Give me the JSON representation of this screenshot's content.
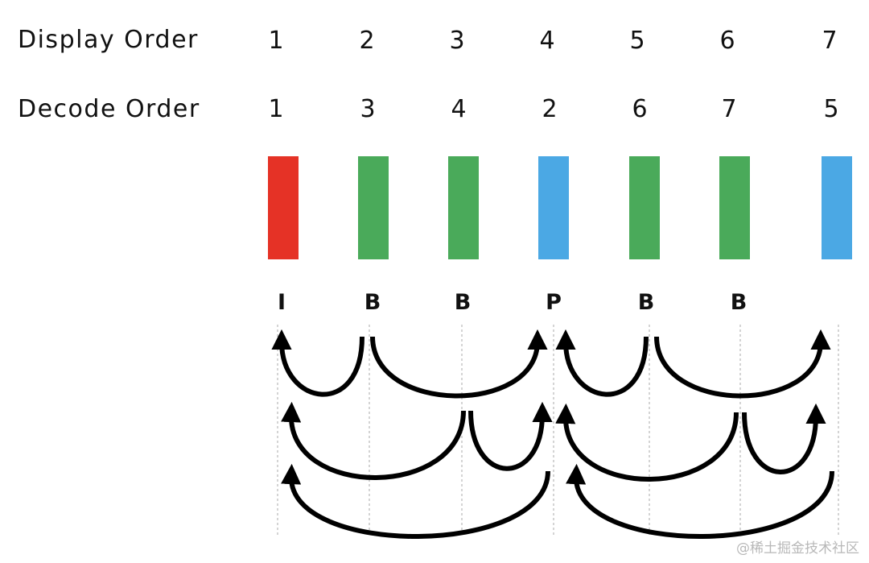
{
  "rows": {
    "display_label": "Display Order",
    "decode_label": "Decode Order",
    "display_order": [
      "1",
      "2",
      "3",
      "4",
      "5",
      "6",
      "7"
    ],
    "decode_order": [
      "1",
      "3",
      "4",
      "2",
      "6",
      "7",
      "5"
    ]
  },
  "frames": [
    {
      "type": "I",
      "color": "#e53226"
    },
    {
      "type": "B",
      "color": "#4aaa5a"
    },
    {
      "type": "B",
      "color": "#4aaa5a"
    },
    {
      "type": "P",
      "color": "#4ba8e4"
    },
    {
      "type": "B",
      "color": "#4aaa5a"
    },
    {
      "type": "B",
      "color": "#4aaa5a"
    },
    {
      "type": "",
      "color": "#4ba8e4"
    }
  ],
  "icons": [
    "reference-arrow-icon"
  ],
  "watermark": "@稀土掘金技术社区"
}
